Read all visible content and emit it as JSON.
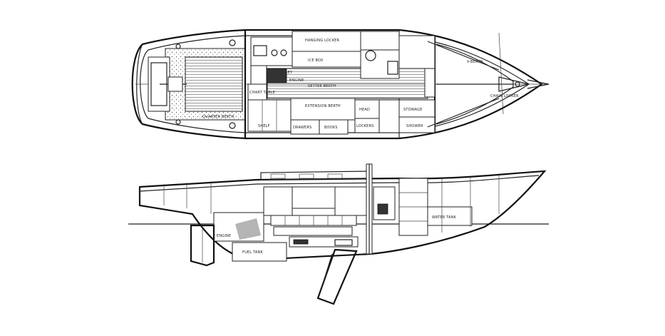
{
  "labels": {
    "plan": {
      "top_forward": "HANGING LOCKER",
      "mid_galley": "GALLEY",
      "chart": "CHART TABLE",
      "settee": "SETTEE BERTH",
      "settee_port": "EXTENSION BERTH",
      "head": "HEAD",
      "stowage": "STOWAGE",
      "lockers": "LOCKERS",
      "chain": "CHAIN LOCKER",
      "vberth": "V-BERTH",
      "shelf": "SHELF",
      "icebox": "ICE BOX",
      "engine": "ENGINE",
      "quarter": "QUARTER BERTH",
      "drawers": "DRAWERS",
      "books": "BOOKS",
      "shower": "SHOWER"
    },
    "profile": {
      "water": "WATER TANK",
      "fuel": "FUEL TANK",
      "engine": "ENGINE"
    }
  }
}
